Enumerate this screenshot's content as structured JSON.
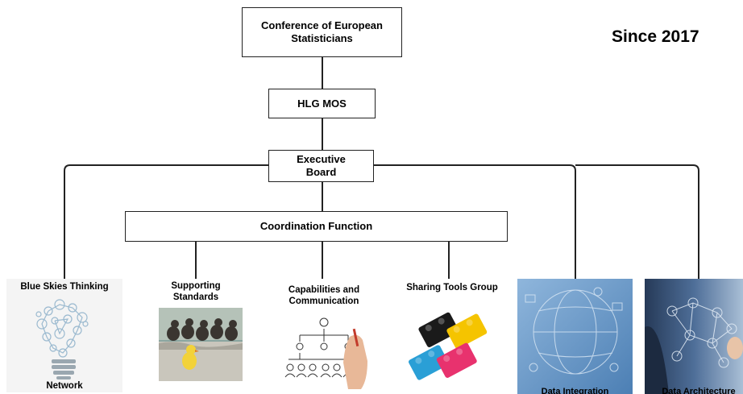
{
  "header": {
    "since": "Since 2017"
  },
  "boxes": {
    "ces": "Conference of European Statisticians",
    "hlg": "HLG MOS",
    "exec": "Executive Board",
    "coord": "Coordination Function"
  },
  "groups": [
    {
      "top": "Blue Skies Thinking",
      "bottom": "Network"
    },
    {
      "top": "Supporting Standards"
    },
    {
      "top": "Capabilities and Communication"
    },
    {
      "top": "Sharing Tools Group"
    },
    {
      "bottom": "Data Integration"
    },
    {
      "bottom": "Data Architecture"
    }
  ],
  "colors": {
    "line": "#222222",
    "box_border": "#222222",
    "lego_blue": "#2a9fd6",
    "lego_yellow": "#f5c400",
    "lego_pink": "#e8326e",
    "lego_black": "#1a1a1a"
  }
}
